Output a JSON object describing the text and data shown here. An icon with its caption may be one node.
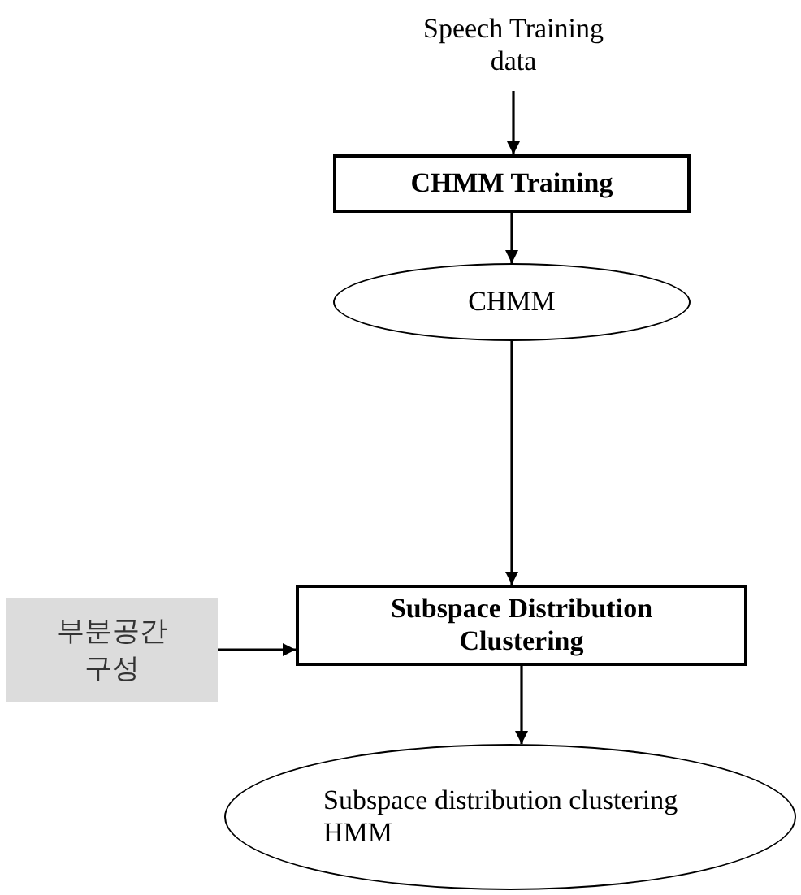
{
  "diagram": {
    "nodes": [
      {
        "text": [
          "Speech Training data"
        ]
      },
      {
        "text": [
          "CHMM Training"
        ]
      },
      {
        "text": [
          "CHMM"
        ]
      },
      {
        "text": [
          "부분공간 구성"
        ]
      },
      {
        "text": [
          "Subspace Distribution Clustering"
        ]
      },
      {
        "text": [
          "Subspace distribution clustering HMM"
        ]
      }
    ],
    "edges": [
      {
        "from": 0,
        "to": 1,
        "arrow": "to"
      },
      {
        "from": 1,
        "to": 2,
        "arrow": "to"
      },
      {
        "from": 2,
        "to": 4,
        "arrow": "to"
      },
      {
        "from": 3,
        "to": 4,
        "arrow": "to"
      },
      {
        "from": 4,
        "to": 5,
        "arrow": "to"
      }
    ]
  }
}
